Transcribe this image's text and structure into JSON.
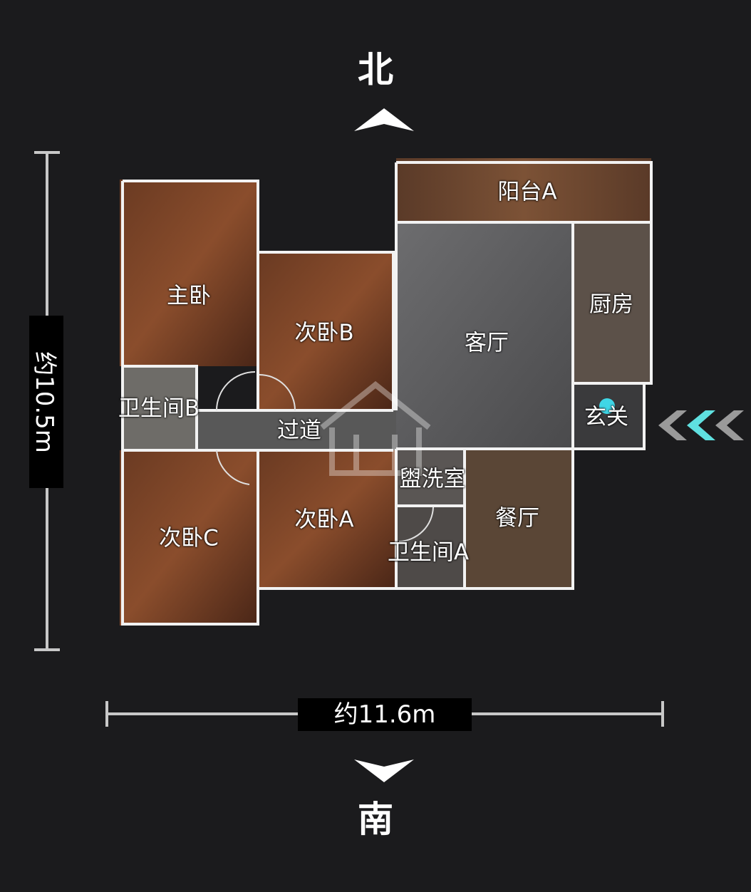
{
  "compass": {
    "north": "北",
    "south": "南"
  },
  "dimensions": {
    "height": "约10.5m",
    "width": "约11.6m"
  },
  "rooms": {
    "balcony_a": "阳台A",
    "master_bedroom": "主卧",
    "bedroom_b": "次卧B",
    "living_room": "客厅",
    "kitchen": "厨房",
    "entrance": "玄关",
    "bathroom_b": "卫生间B",
    "corridor": "过道",
    "washroom": "盥洗室",
    "bedroom_c": "次卧C",
    "bedroom_a": "次卧A",
    "dining_room": "餐厅",
    "bathroom_a": "卫生间A"
  },
  "colors": {
    "background": "#1b1b1d",
    "wall": "#f2f2f2",
    "entry_arrow_active": "#5fe0e0",
    "entry_arrow_inactive": "#9a9a9a",
    "marker": "#3fd6e6"
  }
}
